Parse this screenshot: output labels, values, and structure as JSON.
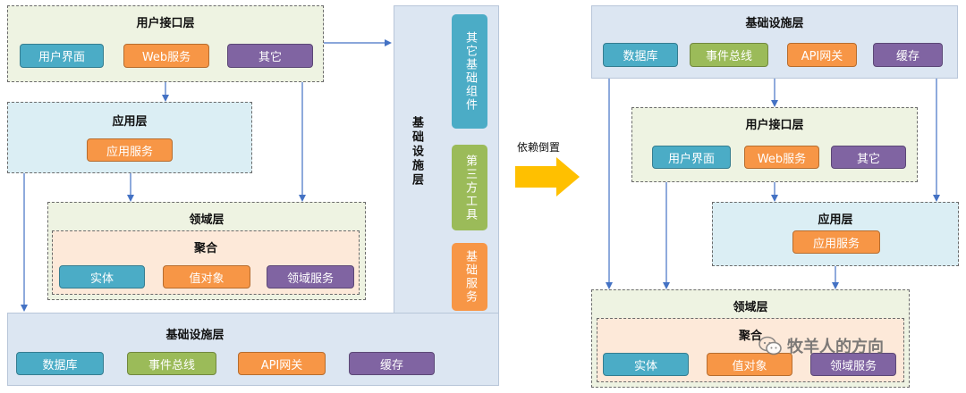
{
  "left": {
    "user_layer": {
      "title": "用户接口层",
      "chips": [
        "用户界面",
        "Web服务",
        "其它"
      ]
    },
    "app_layer": {
      "title": "应用层",
      "chip": "应用服务"
    },
    "domain_layer": {
      "title": "领域层",
      "aggregate_title": "聚合",
      "chips": [
        "实体",
        "值对象",
        "领域服务"
      ]
    },
    "infra_layer": {
      "title": "基础设施层",
      "side_title": "基础设施层",
      "chips": [
        "数据库",
        "事件总线",
        "API网关",
        "缓存"
      ],
      "side_chips": [
        "其它基础组件",
        "第三方工具",
        "基础服务"
      ]
    }
  },
  "arrow_label": "依赖倒置",
  "right": {
    "infra_layer": {
      "title": "基础设施层",
      "chips": [
        "数据库",
        "事件总线",
        "API网关",
        "缓存"
      ]
    },
    "user_layer": {
      "title": "用户接口层",
      "chips": [
        "用户界面",
        "Web服务",
        "其它"
      ]
    },
    "app_layer": {
      "title": "应用层",
      "chip": "应用服务"
    },
    "domain_layer": {
      "title": "领域层",
      "aggregate_title": "聚合",
      "chips": [
        "实体",
        "值对象",
        "领域服务"
      ]
    }
  },
  "watermark": "牧羊人的方向",
  "colors": {
    "blue_chip": "#4bacc6",
    "orange_chip": "#f79646",
    "purple_chip": "#8064a2",
    "green_chip": "#9bbb59",
    "arrow": "#4472c4",
    "big_arrow": "#ffc000"
  }
}
